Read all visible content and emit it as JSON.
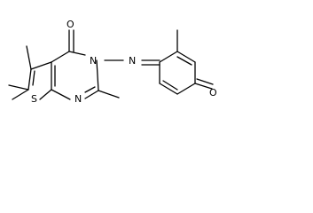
{
  "molecule": {
    "atom_labels": {
      "oxygen_carbonyl_left": "O",
      "oxygen_carbonyl_right": "O",
      "nitrogen_ring": "N",
      "nitrogen_imine": "N",
      "nitrogen_pyrimidine": "N",
      "sulfur": "S"
    }
  }
}
